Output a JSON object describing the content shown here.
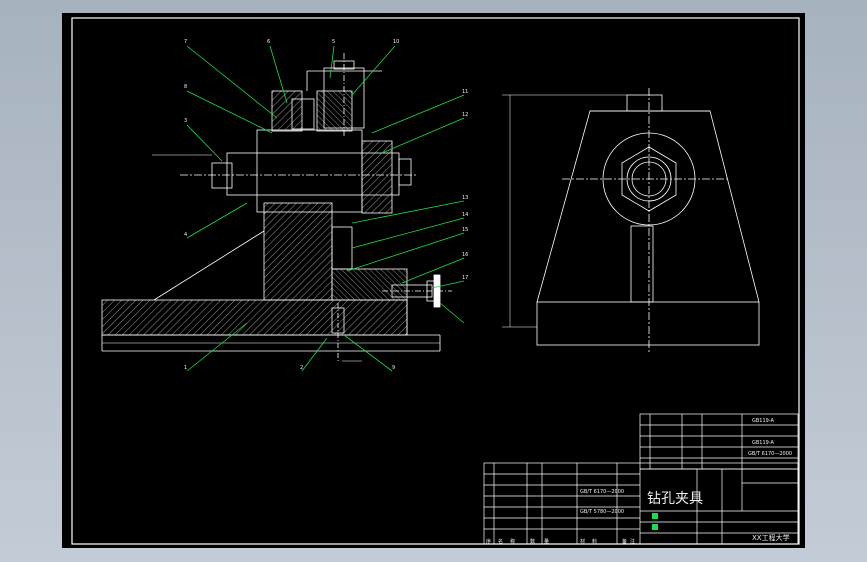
{
  "title_block": {
    "fixture_title": "钻孔夹具",
    "school": "XX工程大学",
    "rows": [
      "GB/T 6170—2000",
      "GB/T 5780—2000",
      "GB119-A",
      "GB119-A",
      "GB/T 6170—2000"
    ],
    "bottom_labels": [
      "序",
      "名",
      "称",
      "数",
      "量",
      "材",
      "料",
      "备",
      "注"
    ]
  },
  "balloons": [
    "7",
    "6",
    "5",
    "10",
    "8",
    "3",
    "4",
    "11",
    "12",
    "13",
    "14",
    "15",
    "16",
    "17",
    "1",
    "2",
    "9"
  ],
  "colors": {
    "line": "#ffffff",
    "leader": "#19e04a",
    "hatch": "#c9c9c9",
    "axis": "#e8e8e8",
    "text": "#f0f0f0"
  }
}
